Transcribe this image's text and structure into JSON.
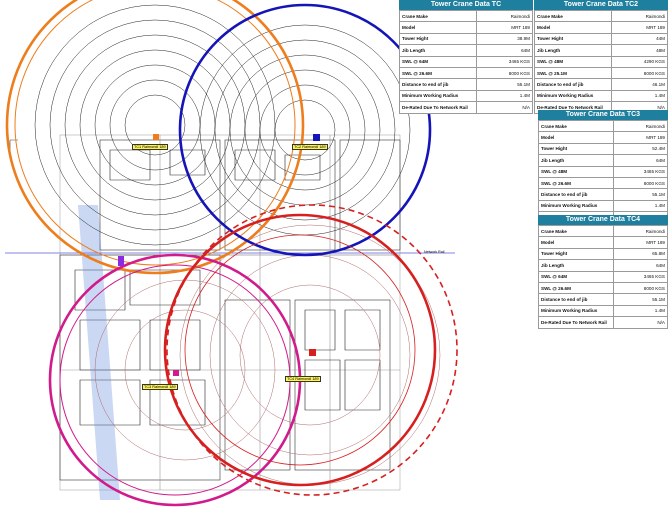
{
  "colors": {
    "tc1": "#ee7d1c",
    "tc2": "#1414b8",
    "tc3": "#d11a8b",
    "tc4": "#d62020",
    "table_header": "#1f7f9e",
    "drawing_lines": "#222222",
    "blue_band": "#6a8fe0"
  },
  "tables": [
    {
      "id": "tc1",
      "title": "Tower Crane Data TC",
      "rows": [
        {
          "k": "Crane Make",
          "v": "Raimondi"
        },
        {
          "k": "Model",
          "v": "MRT 189"
        },
        {
          "k": "Tower Hight",
          "v": "38.9M"
        },
        {
          "k": "Jib Length",
          "v": "64M"
        },
        {
          "k": "SWL @ 64M",
          "v": "3465 KGS"
        },
        {
          "k": "SWL @ 26.6M",
          "v": "8000 KGS"
        },
        {
          "k": "Distance to end of jib",
          "v": "55.1M"
        },
        {
          "k": "Minimum Working Radius",
          "v": "1.4M"
        },
        {
          "k": "De-Rated Due To Network Rail",
          "v": "N/A"
        }
      ]
    },
    {
      "id": "tc2",
      "title": "Tower Crane Data TC2",
      "rows": [
        {
          "k": "Crane Make",
          "v": "Raimondi"
        },
        {
          "k": "Model",
          "v": "MRT 189"
        },
        {
          "k": "Tower Hight",
          "v": "44M"
        },
        {
          "k": "Jib Length",
          "v": "48M"
        },
        {
          "k": "SWL @ 48M",
          "v": "4290 KGS"
        },
        {
          "k": "SWL @ 25.1M",
          "v": "8000 KGS"
        },
        {
          "k": "Distance to end of jib",
          "v": "46.1M"
        },
        {
          "k": "Minimum Working Radius",
          "v": "1.4M"
        },
        {
          "k": "De-Rated Due To Network Rail",
          "v": "N/A"
        }
      ]
    },
    {
      "id": "tc3",
      "title": "Tower Crane Data TC3",
      "rows": [
        {
          "k": "Crane Make",
          "v": "Raimondi"
        },
        {
          "k": "Model",
          "v": "MRT 189"
        },
        {
          "k": "Tower Hight",
          "v": "52.4M"
        },
        {
          "k": "Jib Length",
          "v": "64M"
        },
        {
          "k": "SWL @ 48M",
          "v": "3465 KGS"
        },
        {
          "k": "SWL @ 26.6M",
          "v": "8000 KGS"
        },
        {
          "k": "Distance to end of jib",
          "v": "55.1M"
        },
        {
          "k": "Minimum Working Radius",
          "v": "1.4M"
        },
        {
          "k": "De-Rated Due To Network Rail",
          "v": "N/A"
        }
      ]
    },
    {
      "id": "tc4",
      "title": "Tower Crane Data TC4",
      "rows": [
        {
          "k": "Crane Make",
          "v": "Raimondi"
        },
        {
          "k": "Model",
          "v": "MRT 189"
        },
        {
          "k": "Tower Hight",
          "v": "65.8M"
        },
        {
          "k": "Jib Length",
          "v": "64M"
        },
        {
          "k": "SWL @ 64M",
          "v": "3465 KGS"
        },
        {
          "k": "SWL @ 26.6M",
          "v": "8000 KGS"
        },
        {
          "k": "Distance to end of jib",
          "v": "55.1M"
        },
        {
          "k": "Minimum Working Radius",
          "v": "1.4M"
        },
        {
          "k": "De-Rated Due To Network Rail",
          "v": "N/A"
        }
      ]
    }
  ],
  "drawing": {
    "crane_tags": [
      "TC1 Raimondi 189",
      "TC2 Raimondi 189",
      "TC3 Raimondi 189",
      "TC4 Raimondi 189"
    ],
    "side_label": "Network Rail"
  }
}
